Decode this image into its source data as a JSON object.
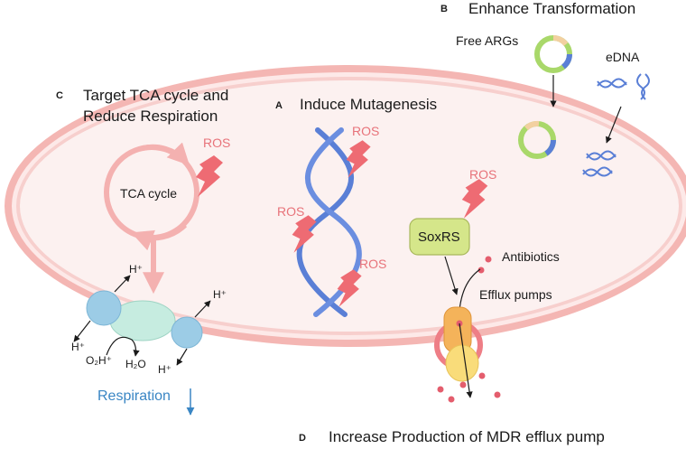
{
  "panel_b": {
    "letter": "B",
    "title": "Enhance Transformation",
    "free_args": "Free ARGs",
    "edna": "eDNA"
  },
  "panel_c": {
    "letter": "C",
    "title_line1": "Target TCA cycle and",
    "title_line2": "Reduce Respiration",
    "tca": "TCA cycle",
    "ros": "ROS",
    "respiration": "Respiration"
  },
  "panel_a": {
    "letter": "A",
    "title": "Induce Mutagenesis",
    "ros_top": "ROS",
    "ros_left": "ROS",
    "ros_right": "ROS"
  },
  "panel_d": {
    "letter": "D",
    "title": "Increase Production of MDR efflux pump",
    "ros": "ROS",
    "soxrs": "SoxRS",
    "antibiotics": "Antibiotics",
    "efflux": "Efflux pumps"
  },
  "chain": {
    "h_plus": "H⁺",
    "o2": "O₂H⁺",
    "h2o": "H₂O"
  },
  "colors": {
    "membrane": "#f2b6b3",
    "ros": "#e8737a",
    "dna": "#5a7fd6",
    "plasmid": "#a9d86a",
    "complex_blue": "#9ccce6",
    "complex_teal": "#c6ece0",
    "soxrs": "#d5e68a",
    "pump_orange": "#f4b35a",
    "pump_yellow": "#f9dc7a",
    "antibiotic": "#e45d6d",
    "respiration": "#3a86c4"
  },
  "icons": [
    "ros-bolt-icon",
    "plasmid-icon",
    "edna-icon",
    "dna-helix-icon",
    "efflux-pump-icon"
  ]
}
